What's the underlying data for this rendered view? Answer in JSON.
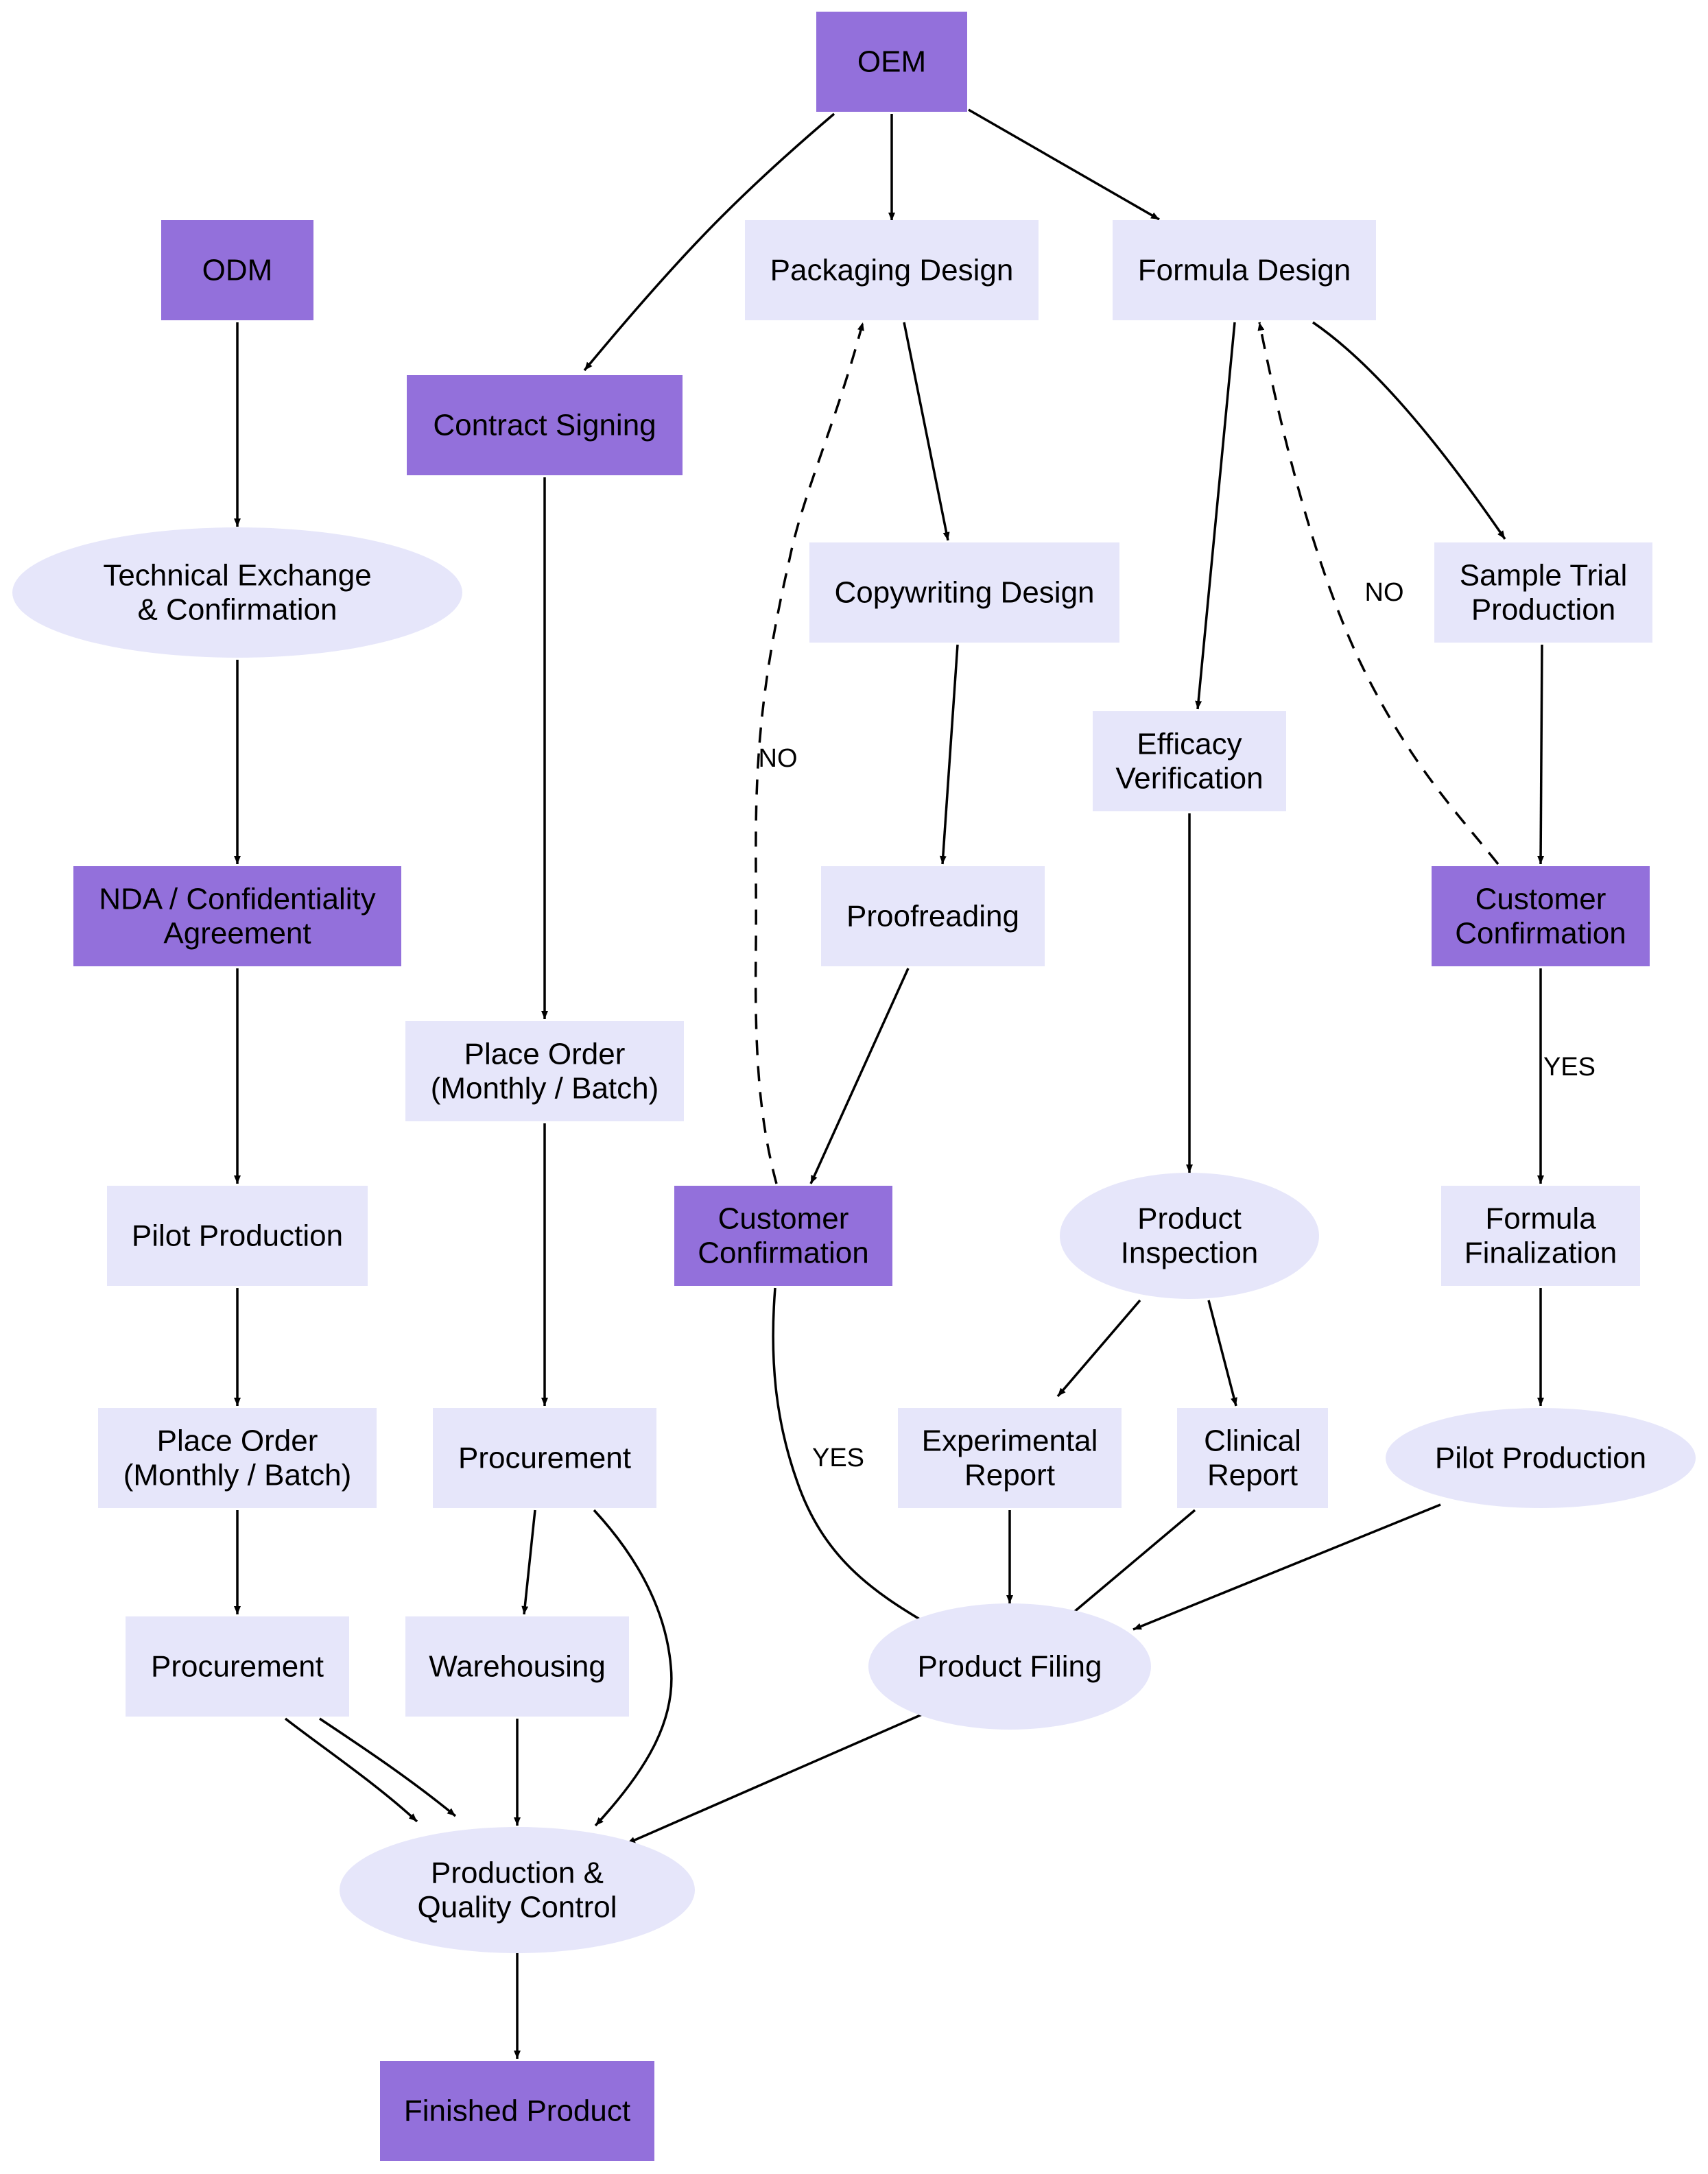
{
  "colors": {
    "dark_node": "#9370db",
    "light_node": "#e6e6fa",
    "edge": "#000000",
    "background": "#ffffff"
  },
  "nodes": {
    "oem": {
      "label": "OEM",
      "shape": "box",
      "style": "dark"
    },
    "odm": {
      "label": "ODM",
      "shape": "box",
      "style": "dark"
    },
    "packaging_design": {
      "label": "Packaging Design",
      "shape": "box",
      "style": "light"
    },
    "formula_design": {
      "label": "Formula Design",
      "shape": "box",
      "style": "light"
    },
    "contract_signing": {
      "label": "Contract Signing",
      "shape": "box",
      "style": "dark"
    },
    "technical_exchange": {
      "label": "Technical Exchange\n& Confirmation",
      "shape": "ellipse",
      "style": "light"
    },
    "copywriting_design": {
      "label": "Copywriting Design",
      "shape": "box",
      "style": "light"
    },
    "sample_trial": {
      "label": "Sample Trial\nProduction",
      "shape": "box",
      "style": "light"
    },
    "efficacy_verification": {
      "label": "Efficacy\nVerification",
      "shape": "box",
      "style": "light"
    },
    "nda": {
      "label": "NDA / Confidentiality\nAgreement",
      "shape": "box",
      "style": "dark"
    },
    "proofreading": {
      "label": "Proofreading",
      "shape": "box",
      "style": "light"
    },
    "customer_confirmation_formula": {
      "label": "Customer\nConfirmation",
      "shape": "box",
      "style": "dark"
    },
    "place_order_oem": {
      "label": "Place Order\n(Monthly / Batch)",
      "shape": "box",
      "style": "light"
    },
    "pilot_production_odm": {
      "label": "Pilot Production",
      "shape": "box",
      "style": "light"
    },
    "customer_confirmation_packaging": {
      "label": "Customer\nConfirmation",
      "shape": "box",
      "style": "dark"
    },
    "product_inspection": {
      "label": "Product\nInspection",
      "shape": "ellipse",
      "style": "light"
    },
    "formula_finalization": {
      "label": "Formula\nFinalization",
      "shape": "box",
      "style": "light"
    },
    "place_order_odm": {
      "label": "Place Order\n(Monthly / Batch)",
      "shape": "box",
      "style": "light"
    },
    "procurement_oem": {
      "label": "Procurement",
      "shape": "box",
      "style": "light"
    },
    "experimental_report": {
      "label": "Experimental\nReport",
      "shape": "box",
      "style": "light"
    },
    "clinical_report": {
      "label": "Clinical\nReport",
      "shape": "box",
      "style": "light"
    },
    "pilot_production_oem": {
      "label": "Pilot Production",
      "shape": "ellipse",
      "style": "light"
    },
    "procurement_odm": {
      "label": "Procurement",
      "shape": "box",
      "style": "light"
    },
    "warehousing": {
      "label": "Warehousing",
      "shape": "box",
      "style": "light"
    },
    "product_filing": {
      "label": "Product Filing",
      "shape": "ellipse",
      "style": "light"
    },
    "production_qc": {
      "label": "Production &\nQuality Control",
      "shape": "ellipse",
      "style": "light"
    },
    "finished_product": {
      "label": "Finished Product",
      "shape": "box",
      "style": "dark"
    }
  },
  "edges": [
    {
      "from": "oem",
      "to": "contract_signing",
      "label": "",
      "style": "solid"
    },
    {
      "from": "oem",
      "to": "packaging_design",
      "label": "",
      "style": "solid"
    },
    {
      "from": "oem",
      "to": "formula_design",
      "label": "",
      "style": "solid"
    },
    {
      "from": "odm",
      "to": "technical_exchange",
      "label": "",
      "style": "solid"
    },
    {
      "from": "technical_exchange",
      "to": "nda",
      "label": "",
      "style": "solid"
    },
    {
      "from": "nda",
      "to": "pilot_production_odm",
      "label": "",
      "style": "solid"
    },
    {
      "from": "pilot_production_odm",
      "to": "place_order_odm",
      "label": "",
      "style": "solid"
    },
    {
      "from": "place_order_odm",
      "to": "procurement_odm",
      "label": "",
      "style": "solid"
    },
    {
      "from": "procurement_odm",
      "to": "production_qc",
      "label": "",
      "style": "solid"
    },
    {
      "from": "procurement_odm",
      "to": "production_qc",
      "label": "",
      "style": "solid"
    },
    {
      "from": "contract_signing",
      "to": "place_order_oem",
      "label": "",
      "style": "solid"
    },
    {
      "from": "place_order_oem",
      "to": "procurement_oem",
      "label": "",
      "style": "solid"
    },
    {
      "from": "procurement_oem",
      "to": "warehousing",
      "label": "",
      "style": "solid"
    },
    {
      "from": "procurement_oem",
      "to": "production_qc",
      "label": "",
      "style": "solid"
    },
    {
      "from": "warehousing",
      "to": "production_qc",
      "label": "",
      "style": "solid"
    },
    {
      "from": "packaging_design",
      "to": "copywriting_design",
      "label": "",
      "style": "solid"
    },
    {
      "from": "copywriting_design",
      "to": "proofreading",
      "label": "",
      "style": "solid"
    },
    {
      "from": "proofreading",
      "to": "customer_confirmation_packaging",
      "label": "",
      "style": "solid"
    },
    {
      "from": "customer_confirmation_packaging",
      "to": "packaging_design",
      "label": "NO",
      "style": "dashed"
    },
    {
      "from": "customer_confirmation_packaging",
      "to": "product_filing",
      "label": "YES",
      "style": "solid"
    },
    {
      "from": "formula_design",
      "to": "efficacy_verification",
      "label": "",
      "style": "solid"
    },
    {
      "from": "formula_design",
      "to": "sample_trial",
      "label": "",
      "style": "solid"
    },
    {
      "from": "sample_trial",
      "to": "customer_confirmation_formula",
      "label": "",
      "style": "solid"
    },
    {
      "from": "customer_confirmation_formula",
      "to": "formula_design",
      "label": "NO",
      "style": "dashed"
    },
    {
      "from": "customer_confirmation_formula",
      "to": "formula_finalization",
      "label": "YES",
      "style": "solid"
    },
    {
      "from": "formula_finalization",
      "to": "pilot_production_oem",
      "label": "",
      "style": "solid"
    },
    {
      "from": "efficacy_verification",
      "to": "product_inspection",
      "label": "",
      "style": "solid"
    },
    {
      "from": "product_inspection",
      "to": "experimental_report",
      "label": "",
      "style": "solid"
    },
    {
      "from": "product_inspection",
      "to": "clinical_report",
      "label": "",
      "style": "solid"
    },
    {
      "from": "experimental_report",
      "to": "product_filing",
      "label": "",
      "style": "solid"
    },
    {
      "from": "clinical_report",
      "to": "product_filing",
      "label": "",
      "style": "solid"
    },
    {
      "from": "pilot_production_oem",
      "to": "product_filing",
      "label": "",
      "style": "solid"
    },
    {
      "from": "product_filing",
      "to": "production_qc",
      "label": "",
      "style": "solid"
    },
    {
      "from": "production_qc",
      "to": "finished_product",
      "label": "",
      "style": "solid"
    }
  ]
}
